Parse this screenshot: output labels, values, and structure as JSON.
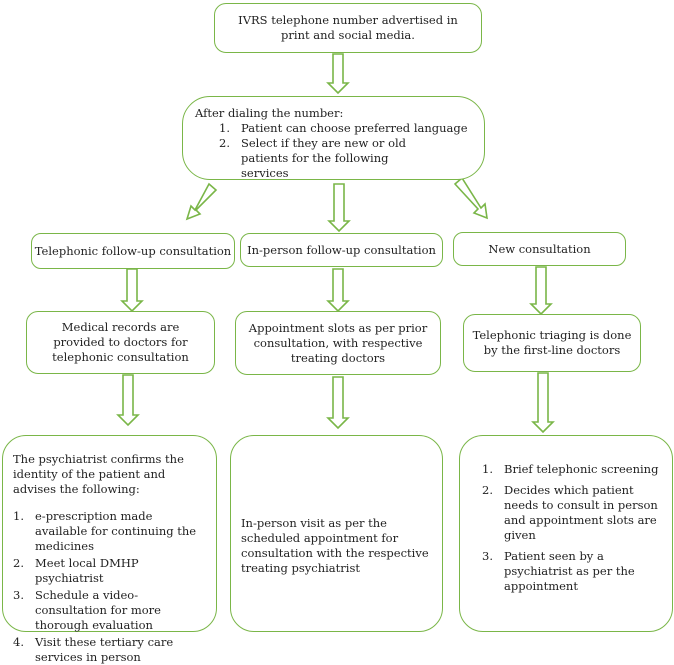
{
  "top_box": "IVRS telephone number advertised in print and social media.",
  "dial_box": {
    "intro": "After dialing the number:",
    "items": [
      "Patient can choose preferred language",
      "Select if they are new or old patients for the following services"
    ]
  },
  "columns": {
    "telephonic": {
      "header": "Telephonic follow-up consultation",
      "step": "Medical records are provided to doctors for telephonic consultation",
      "detail_intro": "The psychiatrist confirms the identity of the patient and advises the following:",
      "detail_items": [
        "e-prescription made available for continuing the medicines",
        "Meet local DMHP psychiatrist",
        "Schedule a video-consultation for more thorough evaluation",
        "Visit these tertiary care services in person"
      ]
    },
    "inperson": {
      "header": "In-person follow-up consultation",
      "step": "Appointment slots as per prior consultation, with respective treating doctors",
      "detail": "In-person visit as per the scheduled appointment for consultation with the respective treating psychiatrist"
    },
    "newc": {
      "header": "New consultation",
      "step": "Telephonic triaging is done by the first-line doctors",
      "detail_items": [
        "Brief telephonic screening",
        "Decides which patient needs to consult in person  and  appointment slots are given",
        "Patient seen by a psychiatrist as per the appointment"
      ]
    }
  },
  "colors": {
    "border": "#7ab648",
    "arrow": "#7ab648"
  }
}
